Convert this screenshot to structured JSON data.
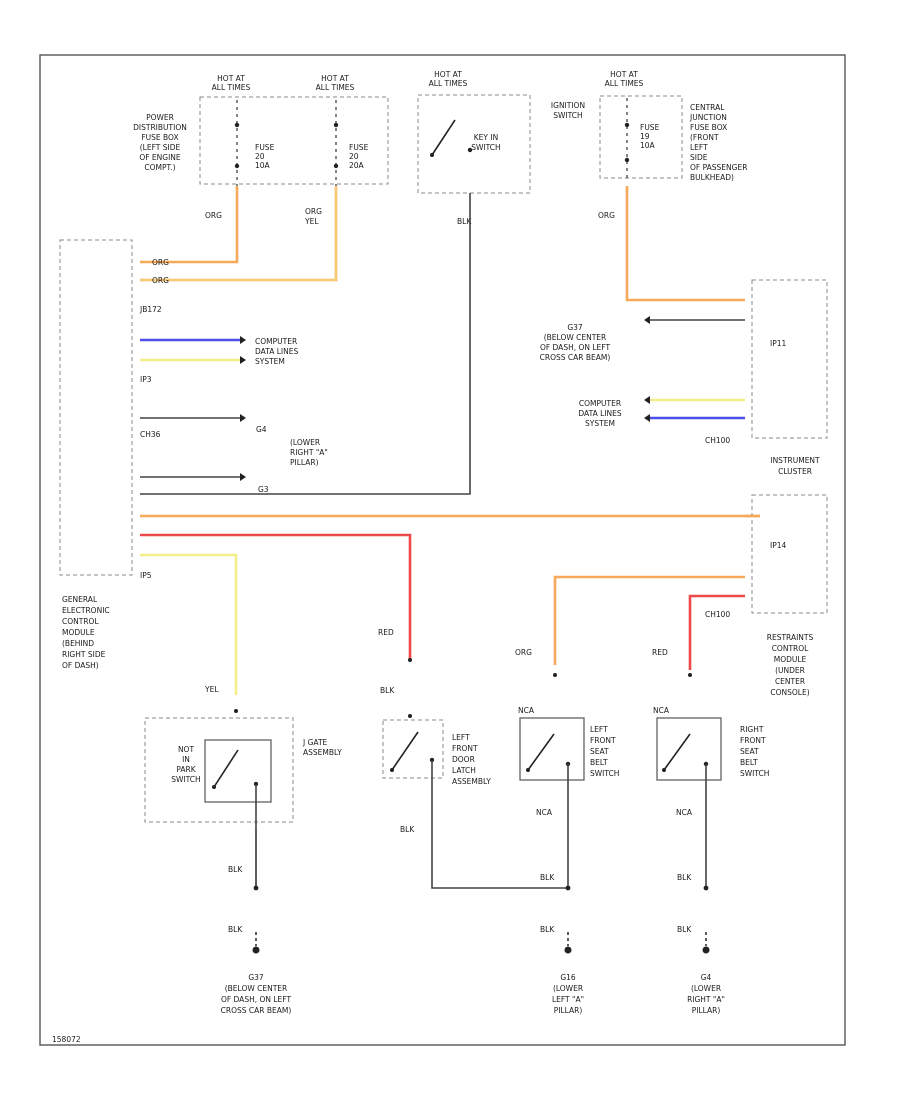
{
  "colors": {
    "org": "#f7a95a",
    "yel": "#f3f08a",
    "blu": "#4b4ee8",
    "red": "#ee4a4a",
    "blk": "#444444",
    "frame": "#555555"
  },
  "labels": {
    "hot_at_all_times_1": [
      "HOT AT",
      "ALL TIMES"
    ],
    "hot_at_all_times_2": [
      "HOT AT",
      "ALL TIMES"
    ],
    "hot_at_all_times_3": [
      "HOT AT",
      "ALL TIMES"
    ],
    "hot_at_all_times_4": [
      "HOT AT",
      "ALL TIMES"
    ],
    "fuse_1": [
      "FUSE",
      "20",
      "10A"
    ],
    "fuse_2": [
      "FUSE",
      "20",
      "20A"
    ],
    "fuse_3": [
      "FUSE",
      "19",
      "10A"
    ],
    "power_dist": [
      "POWER",
      "DISTRIBUTION",
      "FUSE BOX",
      "(LEFT SIDE",
      "OF ENGINE",
      "COMPT.)"
    ],
    "ignition_switch": [
      "IGNITION",
      "SWITCH"
    ],
    "key_in_switch": [
      "KEY IN",
      "SWITCH"
    ],
    "central_junction": [
      "CENTRAL",
      "JUNCTION",
      "FUSE BOX",
      "(FRONT",
      "LEFT",
      "SIDE",
      "OF PASSENGER",
      "BULKHEAD)"
    ],
    "wire_org_1": "ORG",
    "wire_org_yel": [
      "ORG",
      "YEL"
    ],
    "wire_blk_1": "BLK",
    "wire_org_2": "ORG",
    "conn_jb172": "JB172",
    "conn_ip3": "IP3",
    "conn_ch36": "CH36",
    "conn_ip5": "IP5",
    "conn_ip11": "IP11",
    "conn_ch100a": "CH100",
    "conn_ip14": "IP14",
    "conn_ch100b": "CH100",
    "comp_data_1": [
      "COMPUTER",
      "DATA LINES",
      "SYSTEM"
    ],
    "comp_data_2": [
      "COMPUTER",
      "DATA LINES",
      "SYSTEM"
    ],
    "g4_label": "G4",
    "g3_label": "G3",
    "lower_right_a": [
      "(LOWER",
      "RIGHT \"A\"",
      "PILLAR)"
    ],
    "g37_label": [
      "G37",
      "(BELOW CENTER",
      "OF DASH, ON LEFT",
      "CROSS CAR BEAM)"
    ],
    "instrument_cluster": [
      "INSTRUMENT",
      "CLUSTER"
    ],
    "gem_module": [
      "GENERAL",
      "ELECTRONIC",
      "CONTROL",
      "MODULE",
      "(BEHIND",
      "RIGHT SIDE",
      "OF DASH)"
    ],
    "restraints_module": [
      "RESTRAINTS",
      "CONTROL",
      "MODULE",
      "(UNDER",
      "CENTER",
      "CONSOLE)"
    ],
    "wire_red_1": "RED",
    "wire_blk_2": "BLK",
    "wire_org_3": "ORG",
    "wire_red_2": "RED",
    "wire_yel": "YEL",
    "wire_nca_1": "NCA",
    "wire_nca_2": "NCA",
    "wire_nca_3": "NCA",
    "wire_nca_4": "NCA",
    "not_in_park": [
      "NOT",
      "IN",
      "PARK",
      "SWITCH"
    ],
    "j_gate": [
      "J GATE",
      "ASSEMBLY"
    ],
    "left_door_latch": [
      "LEFT",
      "FRONT",
      "DOOR",
      "LATCH",
      "ASSEMBLY"
    ],
    "left_seat_belt": [
      "LEFT",
      "FRONT",
      "SEAT",
      "BELT",
      "SWITCH"
    ],
    "right_seat_belt": [
      "RIGHT",
      "FRONT",
      "SEAT",
      "BELT",
      "SWITCH"
    ],
    "blk_a": "BLK",
    "blk_b": "BLK",
    "blk_c": "BLK",
    "blk_d": "BLK",
    "blk_e": "BLK",
    "blk_f": "BLK",
    "blk_g": "BLK",
    "ground_g37": [
      "G37",
      "(BELOW CENTER",
      "OF DASH, ON LEFT",
      "CROSS CAR BEAM)"
    ],
    "ground_g16": [
      "G16",
      "(LOWER",
      "LEFT \"A\"",
      "PILLAR)"
    ],
    "ground_g4": [
      "G4",
      "(LOWER",
      "RIGHT \"A\"",
      "PILLAR)"
    ],
    "footer_code": "158072"
  }
}
